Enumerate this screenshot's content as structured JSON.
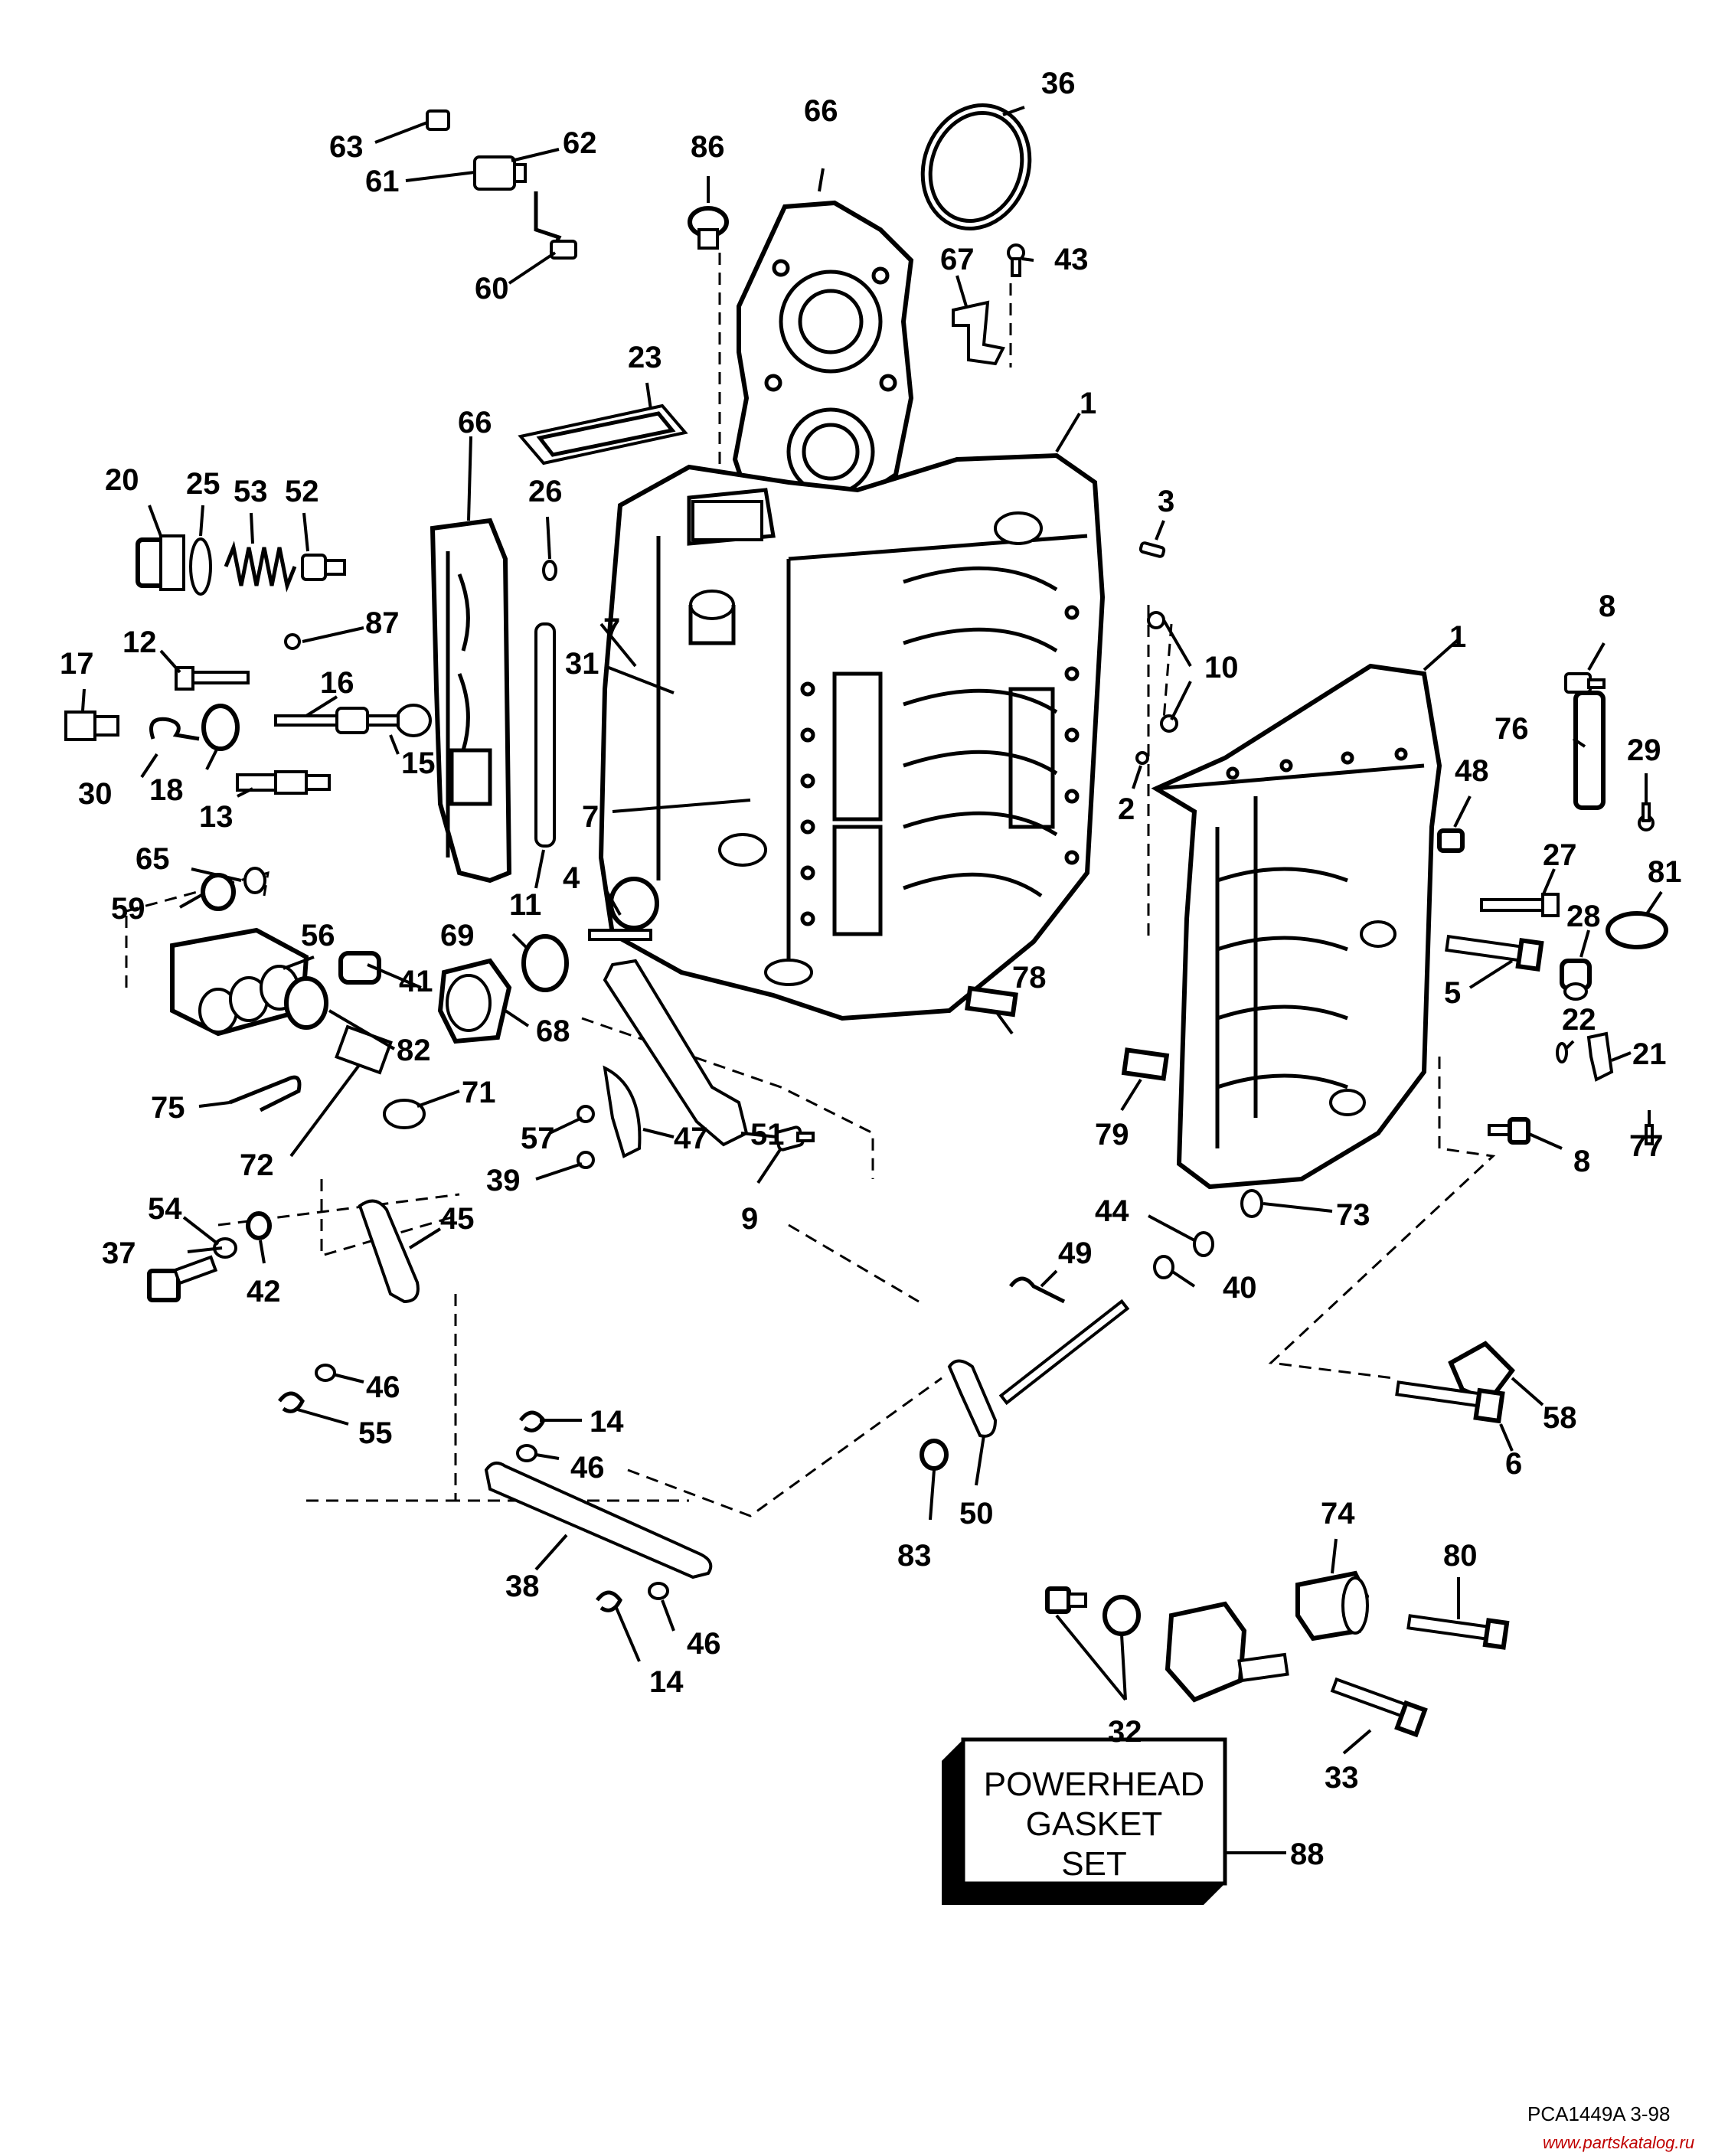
{
  "diagram": {
    "callouts": [
      {
        "id": "c1a",
        "text": "1"
      },
      {
        "id": "c1b",
        "text": "1"
      },
      {
        "id": "c2",
        "text": "2"
      },
      {
        "id": "c3",
        "text": "3"
      },
      {
        "id": "c4",
        "text": "4"
      },
      {
        "id": "c5",
        "text": "5"
      },
      {
        "id": "c6",
        "text": "6"
      },
      {
        "id": "c7a",
        "text": "7"
      },
      {
        "id": "c7b",
        "text": "7"
      },
      {
        "id": "c8a",
        "text": "8"
      },
      {
        "id": "c8b",
        "text": "8"
      },
      {
        "id": "c9",
        "text": "9"
      },
      {
        "id": "c10",
        "text": "10"
      },
      {
        "id": "c11",
        "text": "11"
      },
      {
        "id": "c12",
        "text": "12"
      },
      {
        "id": "c13",
        "text": "13"
      },
      {
        "id": "c14a",
        "text": "14"
      },
      {
        "id": "c14b",
        "text": "14"
      },
      {
        "id": "c15",
        "text": "15"
      },
      {
        "id": "c16",
        "text": "16"
      },
      {
        "id": "c17",
        "text": "17"
      },
      {
        "id": "c18",
        "text": "18"
      },
      {
        "id": "c20",
        "text": "20"
      },
      {
        "id": "c21",
        "text": "21"
      },
      {
        "id": "c22",
        "text": "22"
      },
      {
        "id": "c23",
        "text": "23"
      },
      {
        "id": "c25",
        "text": "25"
      },
      {
        "id": "c26",
        "text": "26"
      },
      {
        "id": "c27",
        "text": "27"
      },
      {
        "id": "c28",
        "text": "28"
      },
      {
        "id": "c29",
        "text": "29"
      },
      {
        "id": "c30",
        "text": "30"
      },
      {
        "id": "c31",
        "text": "31"
      },
      {
        "id": "c32",
        "text": "32"
      },
      {
        "id": "c33",
        "text": "33"
      },
      {
        "id": "c36",
        "text": "36"
      },
      {
        "id": "c37",
        "text": "37"
      },
      {
        "id": "c38",
        "text": "38"
      },
      {
        "id": "c39",
        "text": "39"
      },
      {
        "id": "c40",
        "text": "40"
      },
      {
        "id": "c41",
        "text": "41"
      },
      {
        "id": "c42",
        "text": "42"
      },
      {
        "id": "c43",
        "text": "43"
      },
      {
        "id": "c44",
        "text": "44"
      },
      {
        "id": "c45",
        "text": "45"
      },
      {
        "id": "c46a",
        "text": "46"
      },
      {
        "id": "c46b",
        "text": "46"
      },
      {
        "id": "c46c",
        "text": "46"
      },
      {
        "id": "c47",
        "text": "47"
      },
      {
        "id": "c48",
        "text": "48"
      },
      {
        "id": "c49",
        "text": "49"
      },
      {
        "id": "c50",
        "text": "50"
      },
      {
        "id": "c51",
        "text": "51"
      },
      {
        "id": "c52",
        "text": "52"
      },
      {
        "id": "c53",
        "text": "53"
      },
      {
        "id": "c54",
        "text": "54"
      },
      {
        "id": "c55",
        "text": "55"
      },
      {
        "id": "c56",
        "text": "56"
      },
      {
        "id": "c57",
        "text": "57"
      },
      {
        "id": "c58",
        "text": "58"
      },
      {
        "id": "c59",
        "text": "59"
      },
      {
        "id": "c60",
        "text": "60"
      },
      {
        "id": "c61",
        "text": "61"
      },
      {
        "id": "c62",
        "text": "62"
      },
      {
        "id": "c63",
        "text": "63"
      },
      {
        "id": "c65",
        "text": "65"
      },
      {
        "id": "c66a",
        "text": "66"
      },
      {
        "id": "c66b",
        "text": "66"
      },
      {
        "id": "c67",
        "text": "67"
      },
      {
        "id": "c68",
        "text": "68"
      },
      {
        "id": "c69",
        "text": "69"
      },
      {
        "id": "c71",
        "text": "71"
      },
      {
        "id": "c72",
        "text": "72"
      },
      {
        "id": "c73",
        "text": "73"
      },
      {
        "id": "c74",
        "text": "74"
      },
      {
        "id": "c75",
        "text": "75"
      },
      {
        "id": "c76",
        "text": "76"
      },
      {
        "id": "c77",
        "text": "77"
      },
      {
        "id": "c78",
        "text": "78"
      },
      {
        "id": "c79",
        "text": "79"
      },
      {
        "id": "c80",
        "text": "80"
      },
      {
        "id": "c81",
        "text": "81"
      },
      {
        "id": "c82",
        "text": "82"
      },
      {
        "id": "c83",
        "text": "83"
      },
      {
        "id": "c86",
        "text": "86"
      },
      {
        "id": "c87",
        "text": "87"
      },
      {
        "id": "c88",
        "text": "88"
      }
    ],
    "gasket_box": {
      "line1": "POWERHEAD",
      "line2": "GASKET",
      "line3": "SET"
    },
    "drawing_code": "PCA1449A  3-98",
    "watermark": "www.partskatalog.ru"
  }
}
